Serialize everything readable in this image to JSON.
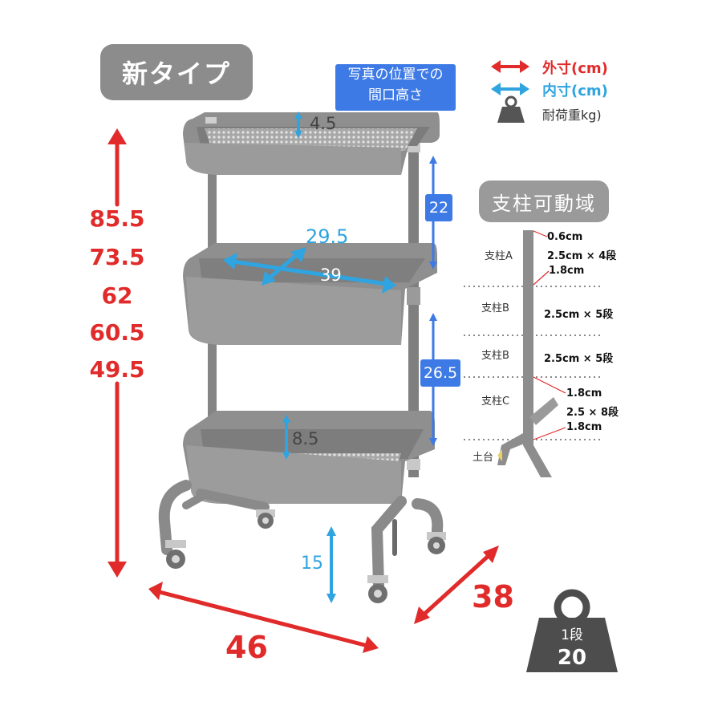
{
  "badge_new": "新タイプ",
  "photo_note": {
    "line1": "写真の位置での",
    "line2": "間口高さ"
  },
  "legend": {
    "outer": "外寸(cm)",
    "inner": "内寸(cm)",
    "load": "耐荷重kg)"
  },
  "heights": [
    "85.5",
    "73.5",
    "62",
    "60.5",
    "49.5"
  ],
  "width_outer": "46",
  "depth_outer": "38",
  "inner_depth": "29.5",
  "inner_width": "39",
  "top_tray_height": "4.5",
  "bottom_tray_height": "8.5",
  "floor_clearance": "15",
  "gap_upper": "22",
  "gap_lower": "26.5",
  "pole_range": {
    "title": "支柱可動域",
    "labels": {
      "a": "支柱A",
      "b1": "支柱B",
      "b2": "支柱B",
      "c": "支柱C",
      "base": "土台"
    },
    "values": {
      "v1": "0.6cm",
      "v2": "2.5cm × 4段",
      "v3": "1.8cm",
      "v4": "2.5cm × 5段",
      "v5": "2.5cm × 5段",
      "v6": "1.8cm",
      "v7": "2.5 × 8段",
      "v8": "1.8cm"
    }
  },
  "load": {
    "tier": "1段",
    "value": "20"
  },
  "colors": {
    "outer": "#e12b2b",
    "inner": "#2fa4e0",
    "badge_blue": "#3d7ae6",
    "cart_gray": "#8d8d8d"
  }
}
